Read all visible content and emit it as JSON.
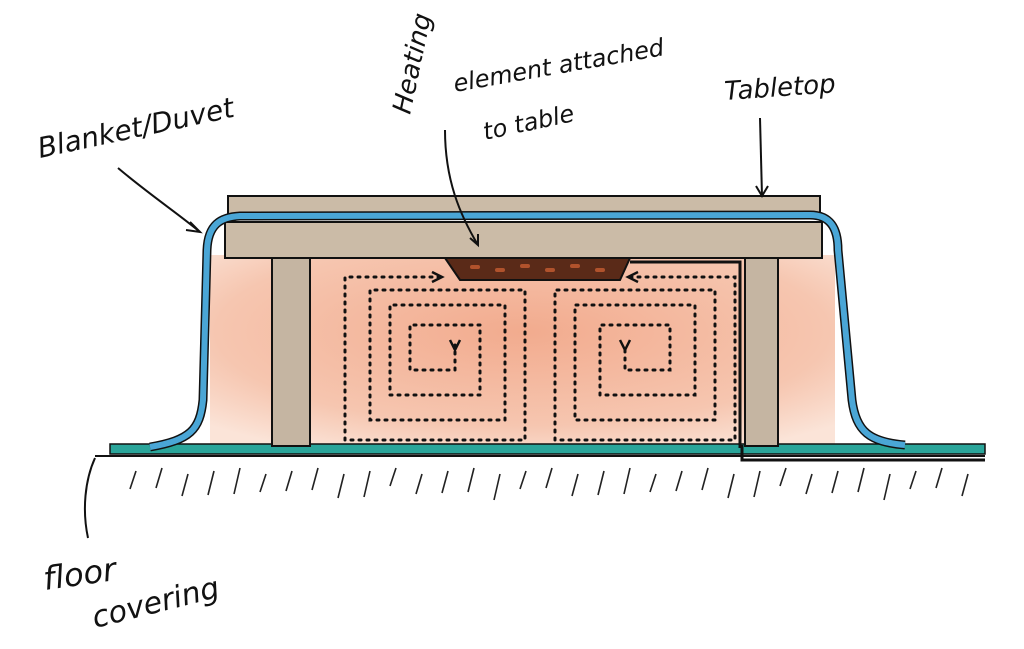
{
  "title": "Kotatsu-style heated table sketch",
  "labels": {
    "blanket": "Blanket/Duvet",
    "heating_line1": "Heating",
    "heating_line2": "element attached",
    "heating_line3": "to table",
    "tabletop": "Tabletop",
    "floor_line1": "floor",
    "floor_line2": "covering"
  },
  "colors": {
    "blanket": "#4aa6d6",
    "tabletop": "#cbbba7",
    "warm_air": "#f4b59c",
    "floor": "#2aa59a",
    "heater": "#5a2a18"
  }
}
